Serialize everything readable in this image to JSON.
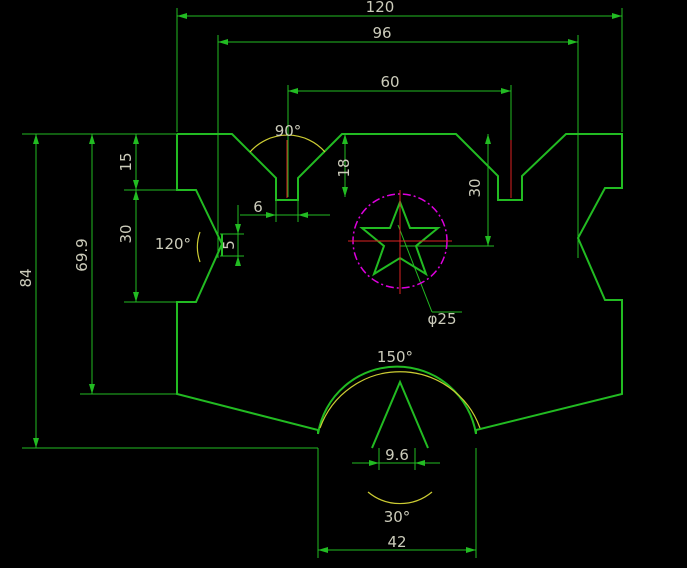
{
  "colors": {
    "background": "#000000",
    "part_outline": "#22bb22",
    "dimension": "#ccccbb",
    "dimension_text": "#ccccbb",
    "angle_dimension": "#cccc33",
    "center_line": "#dd2222",
    "circle": "#dd00dd"
  },
  "dimensions": {
    "overall_width": "120",
    "inner_width": "96",
    "slot_spacing": "60",
    "slot_depth_left": "18",
    "slot_depth_right": "30",
    "slot_width": "6",
    "notch_width": "5",
    "left_top_height": "15",
    "left_notch_height": "30",
    "left_height": "69.9",
    "overall_height": "84",
    "bottom_width": "42",
    "inner_spike_width": "9.6",
    "circle_diameter": "φ25"
  },
  "angles": {
    "v_slot": "90°",
    "left_notch": "120°",
    "bottom_arc": "150°",
    "spike": "30°"
  }
}
